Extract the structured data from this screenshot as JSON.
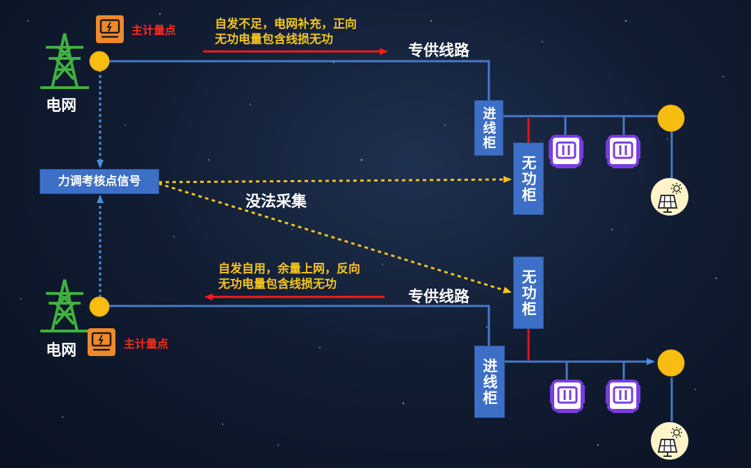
{
  "colors": {
    "line": "#4a78c9",
    "yellow_dot": "#f8bd12",
    "red": "#ff1a1a",
    "dashed_yellow": "#f4c51c",
    "dashed_blue": "#4a8fe0",
    "tower_green": "#3fb23f",
    "meter_orange": "#ef8a2c",
    "motor_purple": "#7a3ce0",
    "box_blue": "#3d6fc6"
  },
  "top": {
    "grid_label": "电网",
    "meter_label": "主计量点",
    "note_line1": "自发不足，电网补充，正向",
    "note_line2": "无功电量包含线损无功",
    "line_label": "专供线路",
    "incoming_cabinet": "进线柜",
    "reactive_cabinet": "无功柜"
  },
  "bottom": {
    "grid_label": "电网",
    "meter_label": "主计量点",
    "note_line1": "自发自用，余量上网，反向",
    "note_line2": "无功电量包含线损无功",
    "line_label": "专供线路",
    "incoming_cabinet": "进线柜",
    "reactive_cabinet": "无功柜"
  },
  "signal_box": "力调考核点信号",
  "not_collected": "没法采集",
  "icons": {
    "tower": "power-tower-icon",
    "meter": "electric-meter-icon",
    "motor": "motor-icon",
    "solar": "solar-panel-icon"
  }
}
